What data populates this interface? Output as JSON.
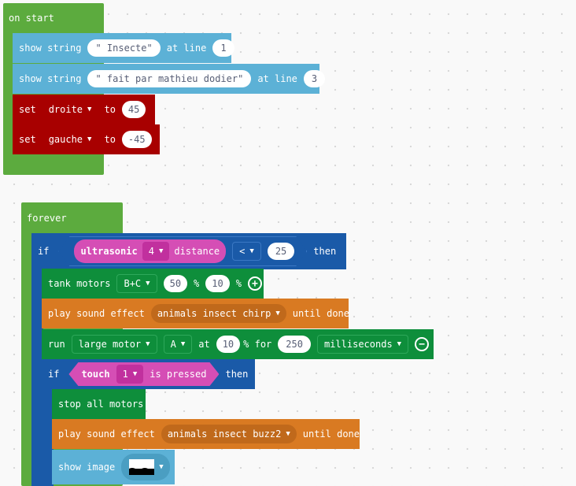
{
  "colors": {
    "event_green": "#5cab3e",
    "looks_blue": "#5cb1d6",
    "variable_red": "#a80000",
    "logic_blue": "#1a5aa8",
    "motor_green": "#0e8e3b",
    "sound_orange": "#d97a22",
    "sensor_pink": "#d54eb5"
  },
  "on_start": {
    "label": "on start",
    "show1": {
      "text": "show string",
      "value": "\" Insecte\"",
      "at": "at line",
      "line": "1"
    },
    "show2": {
      "text": "show string",
      "value": "\" fait par mathieu dodier\"",
      "at": "at line",
      "line": "3"
    },
    "set1": {
      "text": "set",
      "var": "droite",
      "to": "to",
      "value": "45"
    },
    "set2": {
      "text": "set",
      "var": "gauche",
      "to": "to",
      "value": "-45"
    }
  },
  "forever": {
    "label": "forever",
    "if1": {
      "if": "if",
      "sensor": "ultrasonic",
      "port": "4",
      "prop": "distance",
      "op": "<",
      "value": "25",
      "then": "then"
    },
    "tank": {
      "text": "tank motors",
      "ports": "B+C",
      "speed1": "50",
      "pct1": "%",
      "speed2": "10",
      "pct2": "%"
    },
    "sound1": {
      "text": "play sound effect",
      "sound": "animals insect chirp",
      "until": "until done"
    },
    "run": {
      "text": "run",
      "motor": "large motor",
      "port": "A",
      "at": "at",
      "speed": "10",
      "for": "% for",
      "amount": "250",
      "unit": "milliseconds"
    },
    "if2": {
      "if": "if",
      "sensor": "touch",
      "port": "1",
      "state": "is pressed",
      "then": "then"
    },
    "stop": {
      "text": "stop all motors"
    },
    "sound2": {
      "text": "play sound effect",
      "sound": "animals insect buzz2",
      "until": "until done"
    },
    "show_image": {
      "text": "show image"
    }
  }
}
